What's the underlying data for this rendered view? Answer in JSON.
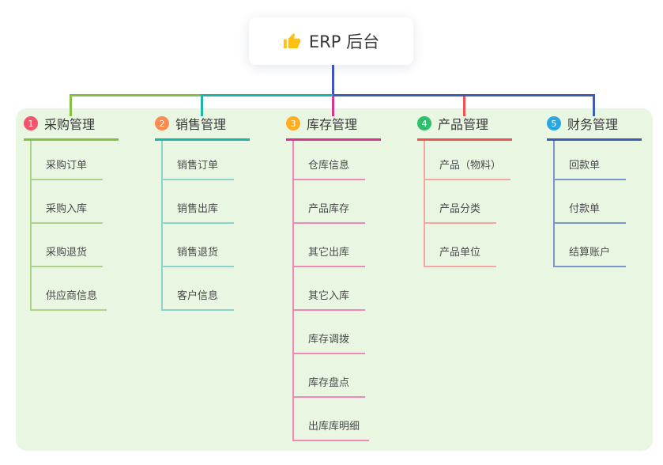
{
  "root": {
    "label": "ERP 后台",
    "icon": "thumbs-up-icon"
  },
  "branches": [
    {
      "index": "1",
      "label": "采购管理",
      "badge_color": "#f2566e",
      "line_color": "#84c043",
      "child_line_color": "#aed489",
      "children": [
        "采购订单",
        "采购入库",
        "采购退货",
        "供应商信息"
      ]
    },
    {
      "index": "2",
      "label": "销售管理",
      "badge_color": "#fb8c50",
      "line_color": "#1eb4ab",
      "child_line_color": "#8bd3cc",
      "children": [
        "销售订单",
        "销售出库",
        "销售退货",
        "客户信息"
      ]
    },
    {
      "index": "3",
      "label": "库存管理",
      "badge_color": "#ffae1f",
      "line_color": "#d63690",
      "child_line_color": "#ef87ba",
      "children": [
        "仓库信息",
        "产品库存",
        "其它出库",
        "其它入库",
        "库存调拨",
        "库存盘点",
        "出库库明细"
      ]
    },
    {
      "index": "4",
      "label": "产品管理",
      "badge_color": "#2ec16d",
      "line_color": "#ee5351",
      "child_line_color": "#f6a5a3",
      "children": [
        "产品（物料）",
        "产品分类",
        "产品单位"
      ]
    },
    {
      "index": "5",
      "label": "财务管理",
      "badge_color": "#29a7e1",
      "line_color": "#3d5cb5",
      "child_line_color": "#7d95cf",
      "children": [
        "回款单",
        "付款单",
        "结算账户"
      ]
    }
  ],
  "colors": {
    "canvas_bg": "#ffffff",
    "panel_bg": "#e9f6e2",
    "root_connector": "#4254c4",
    "root_node_bg": "#ffffff",
    "thumb_icon": "#ffc10d",
    "heading_text": "#383838",
    "child_text": "#4a4a4a"
  }
}
